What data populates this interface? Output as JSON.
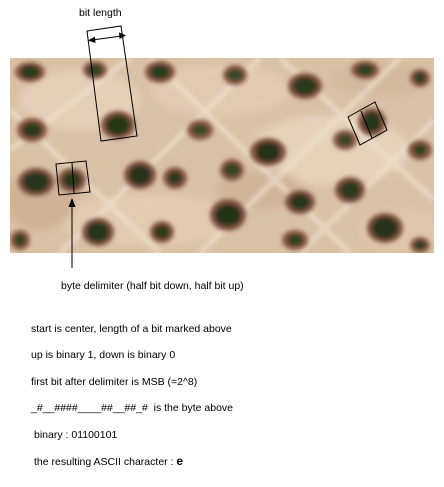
{
  "figure": {
    "bit_length_label": "bit length",
    "byte_delimiter_label": "byte delimiter (half bit down, half bit up)"
  },
  "notes": {
    "line1": "start is center, length of a bit marked above",
    "line2": "up is binary 1, down is binary 0",
    "line3": "first bit after delimiter is MSB (=2^8)",
    "line4": "_#__####____##__##_#  is the byte above",
    "line5": "binary : 01100101",
    "line6_prefix": "the resulting ASCII character : ",
    "line6_char": "e"
  }
}
